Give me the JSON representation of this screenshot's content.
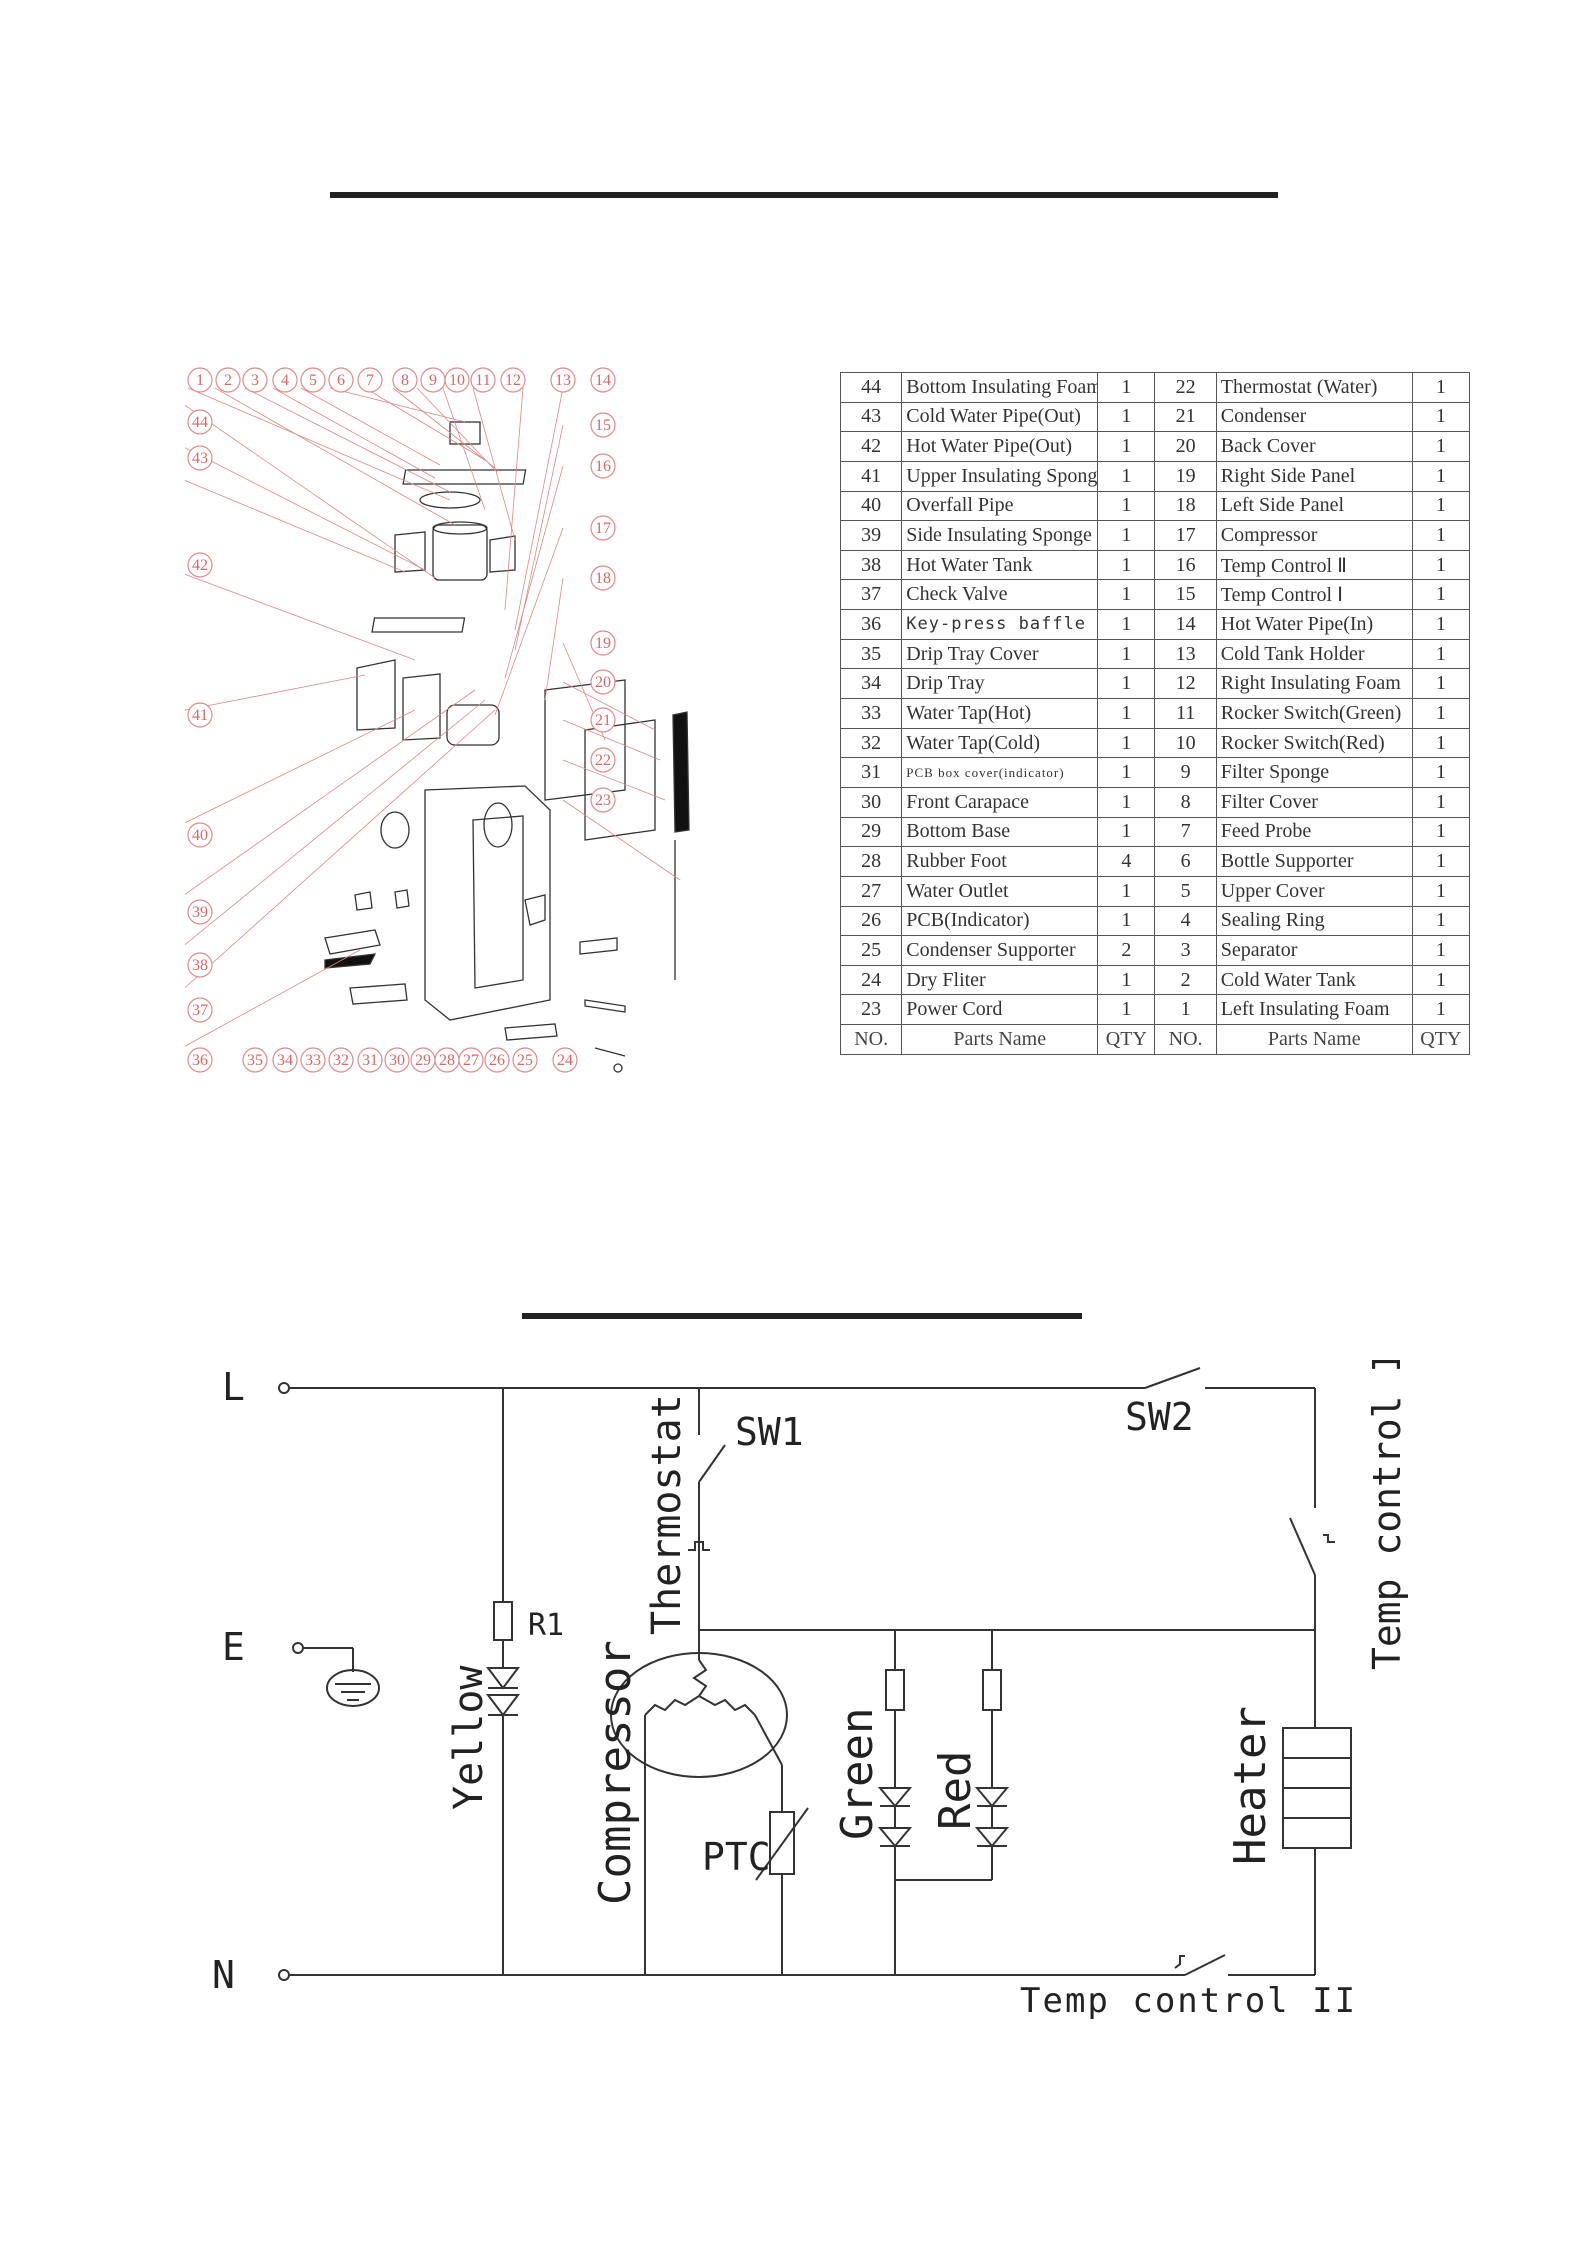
{
  "exploded_view": {
    "callouts": [
      "1",
      "2",
      "3",
      "4",
      "5",
      "6",
      "7",
      "8",
      "9",
      "10",
      "11",
      "12",
      "13",
      "14",
      "15",
      "16",
      "17",
      "18",
      "19",
      "20",
      "21",
      "22",
      "23",
      "24",
      "25",
      "26",
      "27",
      "28",
      "29",
      "30",
      "31",
      "32",
      "33",
      "34",
      "35",
      "36",
      "37",
      "38",
      "39",
      "40",
      "41",
      "42",
      "43",
      "44"
    ]
  },
  "parts_table": {
    "header": {
      "no": "NO.",
      "name": "Parts Name",
      "qty": "QTY"
    },
    "rows": [
      {
        "l": {
          "no": "44",
          "name": "Bottom Insulating Foam",
          "qty": "1"
        },
        "r": {
          "no": "22",
          "name": "Thermostat (Water)",
          "qty": "1"
        }
      },
      {
        "l": {
          "no": "43",
          "name": "Cold Water Pipe(Out)",
          "qty": "1"
        },
        "r": {
          "no": "21",
          "name": "Condenser",
          "qty": "1"
        }
      },
      {
        "l": {
          "no": "42",
          "name": "Hot Water Pipe(Out)",
          "qty": "1"
        },
        "r": {
          "no": "20",
          "name": "Back Cover",
          "qty": "1"
        }
      },
      {
        "l": {
          "no": "41",
          "name": "Upper Insulating Sponge",
          "qty": "1"
        },
        "r": {
          "no": "19",
          "name": "Right Side Panel",
          "qty": "1"
        }
      },
      {
        "l": {
          "no": "40",
          "name": "Overfall Pipe",
          "qty": "1"
        },
        "r": {
          "no": "18",
          "name": "Left Side Panel",
          "qty": "1"
        }
      },
      {
        "l": {
          "no": "39",
          "name": "Side Insulating Sponge",
          "qty": "1"
        },
        "r": {
          "no": "17",
          "name": "Compressor",
          "qty": "1"
        }
      },
      {
        "l": {
          "no": "38",
          "name": "Hot Water Tank",
          "qty": "1"
        },
        "r": {
          "no": "16",
          "name": "Temp Control Ⅱ",
          "qty": "1"
        }
      },
      {
        "l": {
          "no": "37",
          "name": "Check Valve",
          "qty": "1"
        },
        "r": {
          "no": "15",
          "name": "Temp Control Ⅰ",
          "qty": "1"
        }
      },
      {
        "l": {
          "no": "36",
          "name": "Key-press baffle",
          "qty": "1"
        },
        "r": {
          "no": "14",
          "name": "Hot Water Pipe(In)",
          "qty": "1"
        }
      },
      {
        "l": {
          "no": "35",
          "name": "Drip Tray Cover",
          "qty": "1"
        },
        "r": {
          "no": "13",
          "name": "Cold Tank Holder",
          "qty": "1"
        }
      },
      {
        "l": {
          "no": "34",
          "name": "Drip Tray",
          "qty": "1"
        },
        "r": {
          "no": "12",
          "name": "Right Insulating Foam",
          "qty": "1"
        }
      },
      {
        "l": {
          "no": "33",
          "name": "Water Tap(Hot)",
          "qty": "1"
        },
        "r": {
          "no": "11",
          "name": "Rocker Switch(Green)",
          "qty": "1"
        }
      },
      {
        "l": {
          "no": "32",
          "name": "Water Tap(Cold)",
          "qty": "1"
        },
        "r": {
          "no": "10",
          "name": "Rocker Switch(Red)",
          "qty": "1"
        }
      },
      {
        "l": {
          "no": "31",
          "name": "PCB box cover(indicator)",
          "qty": "1"
        },
        "r": {
          "no": "9",
          "name": "Filter Sponge",
          "qty": "1"
        }
      },
      {
        "l": {
          "no": "30",
          "name": "Front Carapace",
          "qty": "1"
        },
        "r": {
          "no": "8",
          "name": "Filter Cover",
          "qty": "1"
        }
      },
      {
        "l": {
          "no": "29",
          "name": "Bottom Base",
          "qty": "1"
        },
        "r": {
          "no": "7",
          "name": "Feed Probe",
          "qty": "1"
        }
      },
      {
        "l": {
          "no": "28",
          "name": "Rubber Foot",
          "qty": "4"
        },
        "r": {
          "no": "6",
          "name": "Bottle Supporter",
          "qty": "1"
        }
      },
      {
        "l": {
          "no": "27",
          "name": "Water Outlet",
          "qty": "1"
        },
        "r": {
          "no": "5",
          "name": "Upper Cover",
          "qty": "1"
        }
      },
      {
        "l": {
          "no": "26",
          "name": "PCB(Indicator)",
          "qty": "1"
        },
        "r": {
          "no": "4",
          "name": "Sealing Ring",
          "qty": "1"
        }
      },
      {
        "l": {
          "no": "25",
          "name": "Condenser Supporter",
          "qty": "2"
        },
        "r": {
          "no": "3",
          "name": "Separator",
          "qty": "1"
        }
      },
      {
        "l": {
          "no": "24",
          "name": "Dry Fliter",
          "qty": "1"
        },
        "r": {
          "no": "2",
          "name": "Cold Water Tank",
          "qty": "1"
        }
      },
      {
        "l": {
          "no": "23",
          "name": "Power Cord",
          "qty": "1"
        },
        "r": {
          "no": "1",
          "name": "Left Insulating Foam",
          "qty": "1"
        }
      }
    ]
  },
  "wiring": {
    "L": "L",
    "E": "E",
    "N": "N",
    "SW1": "SW1",
    "SW2": "SW2",
    "R1": "R1",
    "yellow": "Yellow",
    "thermostat": "Thermostat",
    "compressor": "Compressor",
    "ptc": "PTC",
    "green": "Green",
    "red": "Red",
    "heater": "Heater",
    "temp_control_1": "Temp control I",
    "temp_control_2": "Temp control II"
  }
}
